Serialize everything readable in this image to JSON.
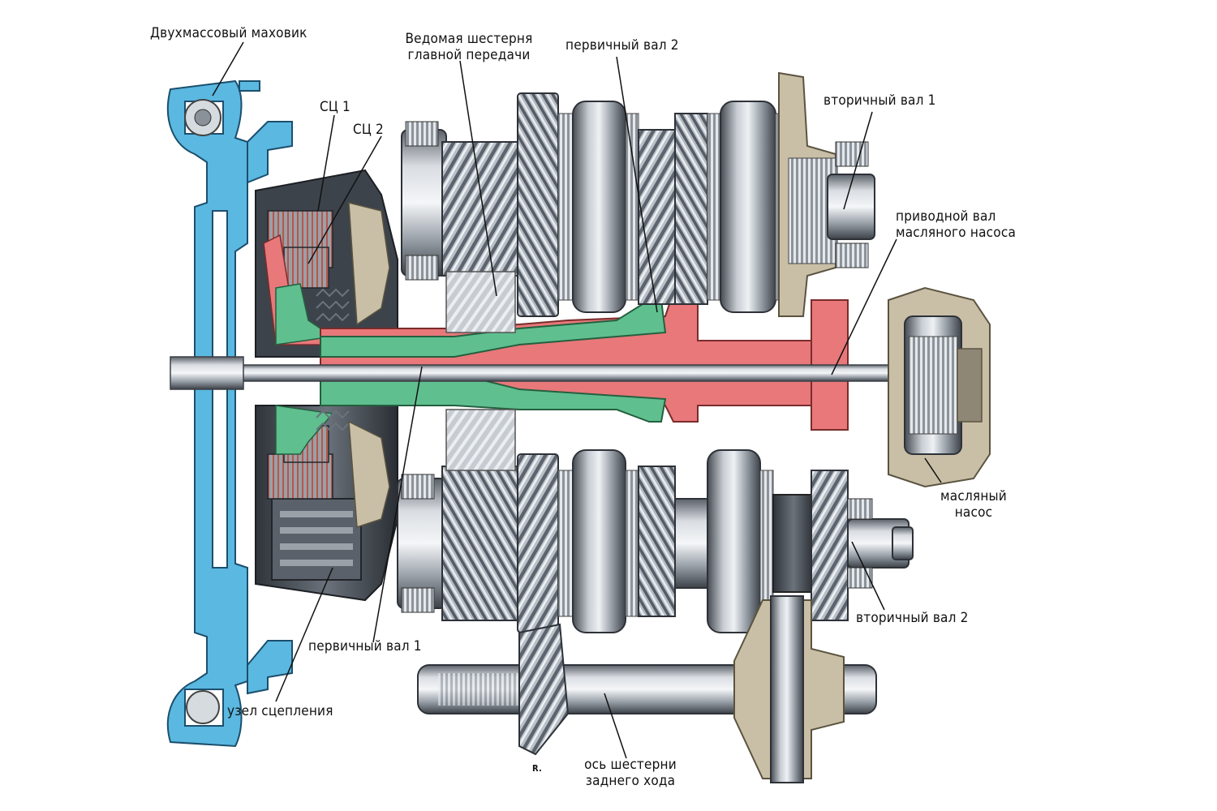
{
  "labels": {
    "flywheel": "Двухмассовый маховик",
    "driven_gear": [
      "Ведомая шестерня",
      "главной передачи"
    ],
    "input_shaft_2": "первичный вал 2",
    "clutch_1": "СЦ 1",
    "clutch_2": "СЦ 2",
    "output_shaft_1": "вторичный вал 1",
    "oil_pump_drive": [
      "приводной вал",
      "масляного насоса"
    ],
    "oil_pump": [
      "масляный",
      "насос"
    ],
    "output_shaft_2": "вторичный вал 2",
    "input_shaft_1": "первичный вал 1",
    "clutch_assembly": "узел сцепления",
    "reverse_axle": [
      "ось шестерни",
      "заднего хода"
    ],
    "signature": "R."
  },
  "colors": {
    "blue_housing": "#5bb8e0",
    "red_shaft": "#e8787a",
    "green_shaft": "#5fbf8f",
    "steel": "#a9b0b8",
    "dark_steel": "#4a5058",
    "khaki": "#c9bfa6"
  }
}
